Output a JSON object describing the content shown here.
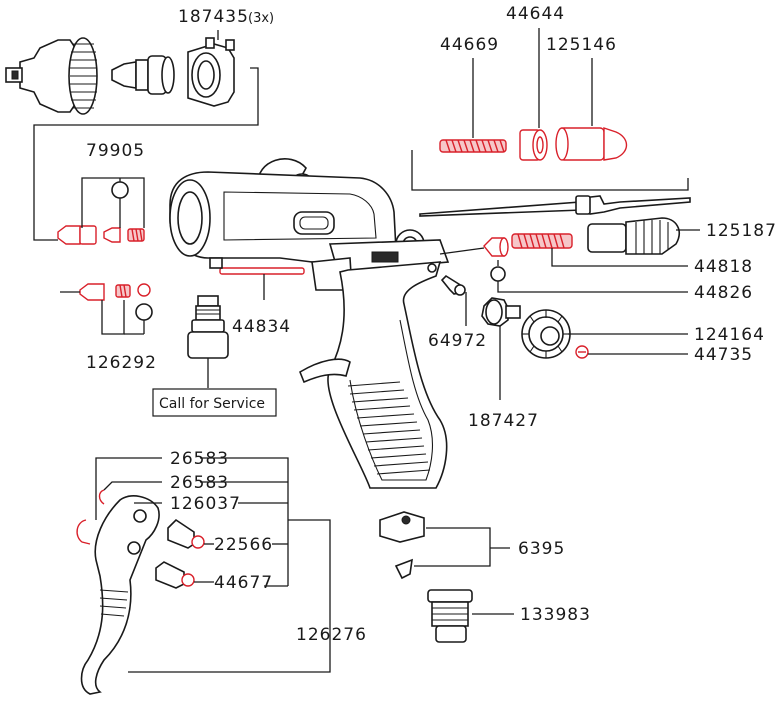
{
  "labels": {
    "p187435": "187435",
    "p187435_qty": "(3x)",
    "p44644": "44644",
    "p44669": "44669",
    "p125146": "125146",
    "p79905": "79905",
    "p125187": "125187",
    "p44818": "44818",
    "p44826": "44826",
    "p124164": "124164",
    "p44735": "44735",
    "p64972": "64972",
    "p187427": "187427",
    "p44834": "44834",
    "p126292": "126292",
    "service": "Call for Service",
    "p26583a": "26583",
    "p26583b": "26583",
    "p126037": "126037",
    "p22566": "22566",
    "p44677": "44677",
    "p126276": "126276",
    "p6395": "6395",
    "p133983": "133983"
  },
  "colors": {
    "outline": "#1a1a1a",
    "highlight_part": "#d9202a"
  }
}
